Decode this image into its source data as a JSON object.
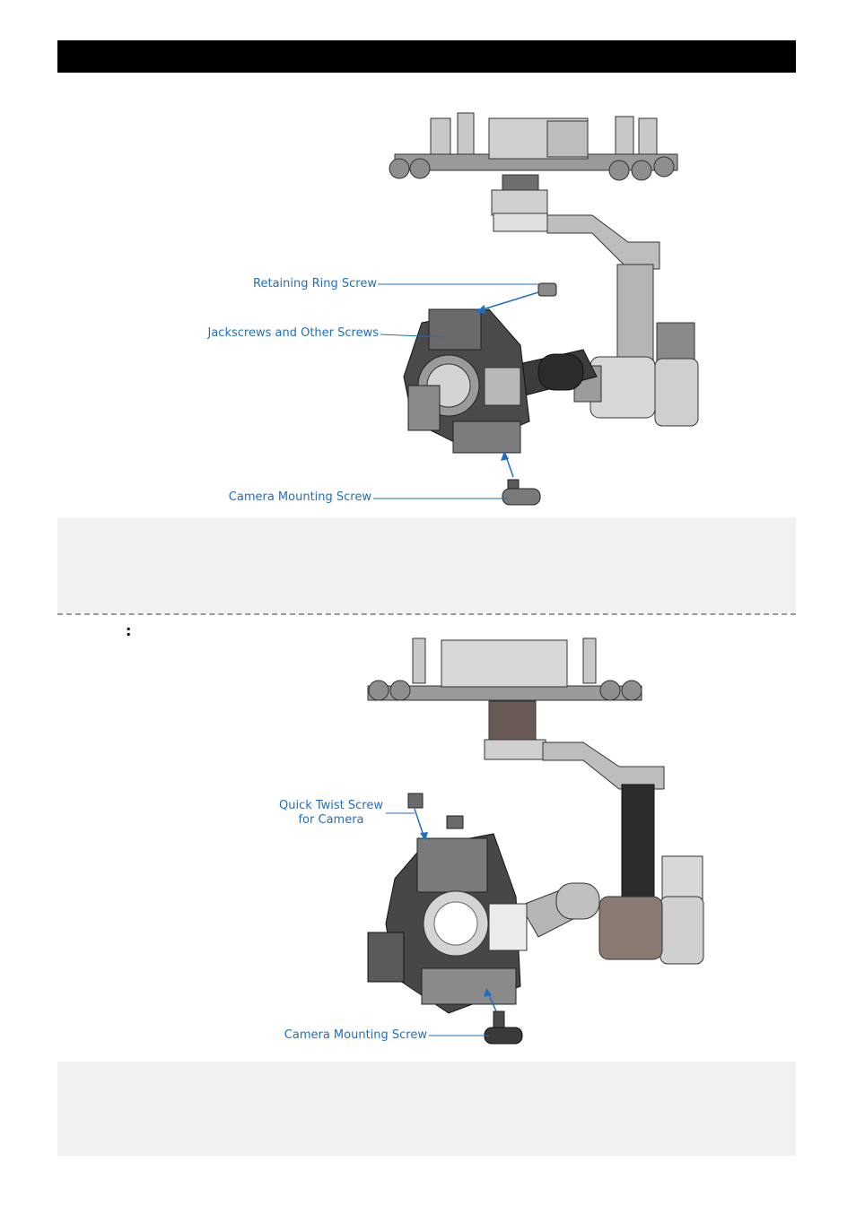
{
  "callouts_top": {
    "retaining_ring": "Retaining Ring Screw",
    "jackscrews": "Jackscrews and Other Screws",
    "camera_mount": "Camera Mounting Screw"
  },
  "section_marker": ":",
  "callouts_bottom": {
    "quick_twist_line1": "Quick Twist Screw",
    "quick_twist_line2": "for Camera",
    "camera_mount": "Camera Mounting Screw"
  },
  "colors": {
    "callout": "#1f6fc0",
    "header": "#000000",
    "note_bg": "#f1f1f1"
  }
}
